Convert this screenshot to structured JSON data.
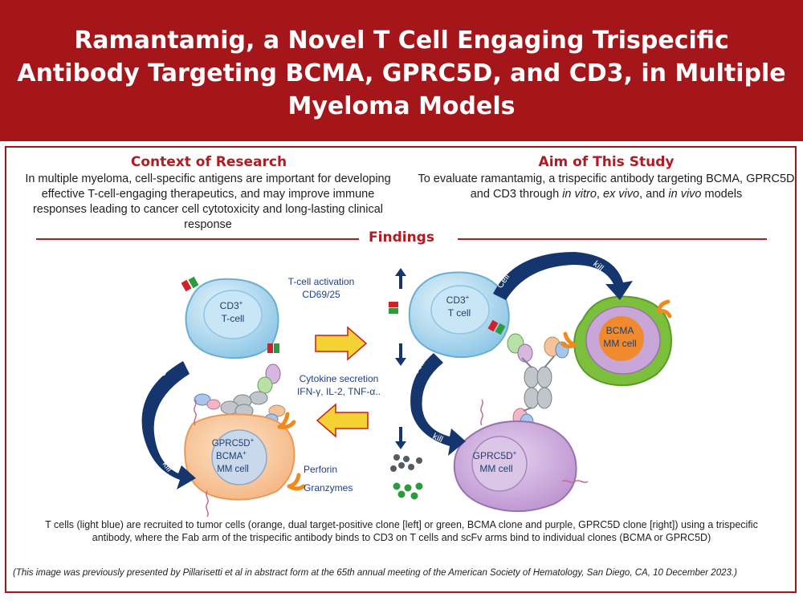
{
  "title": "Ramantamig, a Novel T Cell Engaging Trispecific Antibody Targeting BCMA, GPRC5D, and CD3, in Multiple Myeloma Models",
  "context": {
    "heading": "Context of Research",
    "body": "In multiple myeloma, cell-specific antigens are important for developing effective T-cell-engaging therapeutics, and may improve immune responses leading to cancer cell cytotoxicity and long-lasting clinical response"
  },
  "aim": {
    "heading": "Aim of This Study",
    "body_prefix": "To evaluate ramantamig, a trispecific antibody targeting BCMA, GPRC5D and CD3 through ",
    "body_italic1": "in vitro",
    "body_mid1": ", ",
    "body_italic2": "ex vivo",
    "body_mid2": ", and ",
    "body_italic3": "in vivo",
    "body_suffix": " models"
  },
  "findings_heading": "Findings",
  "diagram": {
    "left_tcell": {
      "line1": "CD3",
      "sup": "+",
      "line2": "T-cell"
    },
    "left_mm": {
      "line1": "GPRC5D",
      "sup1": "+",
      "line2": "BCMA",
      "sup2": "+",
      "line3": "MM cell"
    },
    "left_arrow": {
      "cell": "Cell",
      "kill": "kill"
    },
    "mid": {
      "activation_line1": "T-cell activation",
      "activation_line2": "CD69/25",
      "cytokine_line1": "Cytokine secretion",
      "cytokine_line2": "IFN-γ, IL-2, TNF-α..",
      "perforin": "Perforin",
      "granzymes": "Granzymes"
    },
    "right_tcell": {
      "line1": "CD3",
      "sup": "+",
      "line2": "T cell"
    },
    "right_bcma": {
      "line1": "BCMA",
      "line2": "MM cell"
    },
    "right_gprc": {
      "line1": "GPRC5D",
      "sup": "+",
      "line2": "MM cell"
    },
    "top_arrow": {
      "cell": "Cell",
      "kill": "kill"
    },
    "bottom_arrow": {
      "cell": "Cell",
      "kill": "kill"
    }
  },
  "caption": "T cells (light blue) are recruited to tumor cells (orange, dual target-positive clone [left] or green, BCMA clone and purple, GPRC5D clone [right]) using a trispecific antibody, where the Fab arm of the trispecific antibody binds to CD3 on T cells and scFv arms bind to individual clones (BCMA or GPRC5D)",
  "footnote": "(This image was previously presented by Pillarisetti et al in abstract form at the 65th annual meeting of the American Society of Hematology, San Diego, CA, 10 December 2023.)",
  "colors": {
    "header": "#a4161a",
    "accent": "#b01c24",
    "tcell": "#9fd1ea",
    "mm_orange": "#f7c08f",
    "bcma_green": "#7cbf3c",
    "gprc_purple": "#c9a6d8",
    "arrow_navy": "#14356e",
    "arrow_yellow": "#f5d233"
  }
}
